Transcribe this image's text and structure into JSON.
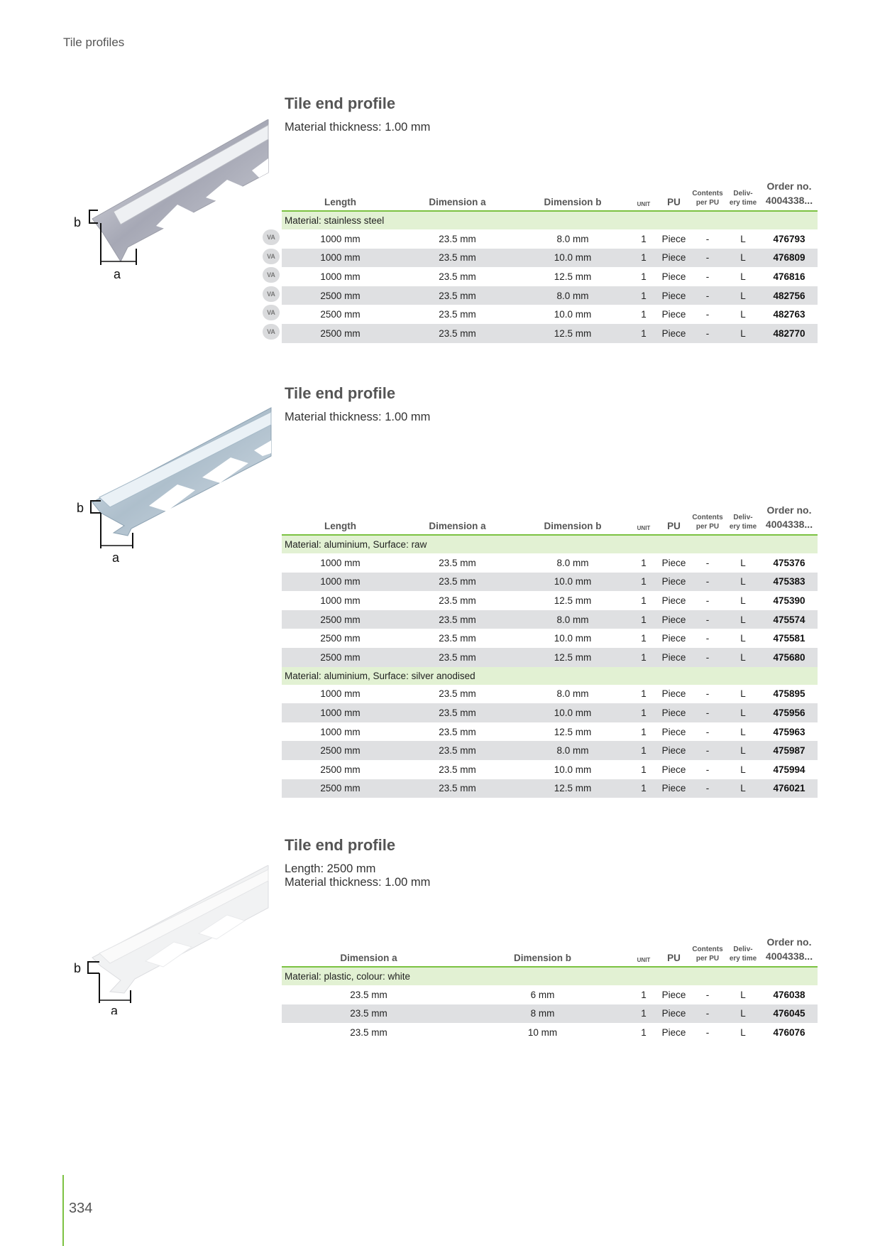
{
  "header": {
    "running_title": "Tile profiles"
  },
  "columns": {
    "length": "Length",
    "dim_a": "Dimension a",
    "dim_b": "Dimension b",
    "unit": "UNIT",
    "pu": "PU",
    "contents_1": "Contents",
    "contents_2": "per PU",
    "delivery_1": "Deliv-",
    "delivery_2": "ery time",
    "order_1": "Order no.",
    "order_2": "4004338..."
  },
  "figure_labels": {
    "a": "a",
    "b": "b"
  },
  "badge_text": "VA",
  "sections": [
    {
      "title": "Tile end profile",
      "subtitle": [
        "Material thickness: 1.00 mm"
      ],
      "groups": [
        {
          "label": "Material: stainless steel",
          "rows": [
            [
              "1000 mm",
              "23.5 mm",
              "8.0 mm",
              "1",
              "Piece",
              "-",
              "L",
              "476793"
            ],
            [
              "1000 mm",
              "23.5 mm",
              "10.0 mm",
              "1",
              "Piece",
              "-",
              "L",
              "476809"
            ],
            [
              "1000 mm",
              "23.5 mm",
              "12.5 mm",
              "1",
              "Piece",
              "-",
              "L",
              "476816"
            ],
            [
              "2500 mm",
              "23.5 mm",
              "8.0 mm",
              "1",
              "Piece",
              "-",
              "L",
              "482756"
            ],
            [
              "2500 mm",
              "23.5 mm",
              "10.0 mm",
              "1",
              "Piece",
              "-",
              "L",
              "482763"
            ],
            [
              "2500 mm",
              "23.5 mm",
              "12.5 mm",
              "1",
              "Piece",
              "-",
              "L",
              "482770"
            ]
          ]
        }
      ]
    },
    {
      "title": "Tile end profile",
      "subtitle": [
        "Material thickness: 1.00 mm"
      ],
      "groups": [
        {
          "label": "Material: aluminium, Surface: raw",
          "rows": [
            [
              "1000 mm",
              "23.5 mm",
              "8.0 mm",
              "1",
              "Piece",
              "-",
              "L",
              "475376"
            ],
            [
              "1000 mm",
              "23.5 mm",
              "10.0 mm",
              "1",
              "Piece",
              "-",
              "L",
              "475383"
            ],
            [
              "1000 mm",
              "23.5 mm",
              "12.5 mm",
              "1",
              "Piece",
              "-",
              "L",
              "475390"
            ],
            [
              "2500 mm",
              "23.5 mm",
              "8.0 mm",
              "1",
              "Piece",
              "-",
              "L",
              "475574"
            ],
            [
              "2500 mm",
              "23.5 mm",
              "10.0 mm",
              "1",
              "Piece",
              "-",
              "L",
              "475581"
            ],
            [
              "2500 mm",
              "23.5 mm",
              "12.5 mm",
              "1",
              "Piece",
              "-",
              "L",
              "475680"
            ]
          ]
        },
        {
          "label": "Material: aluminium, Surface: silver anodised",
          "rows": [
            [
              "1000 mm",
              "23.5 mm",
              "8.0 mm",
              "1",
              "Piece",
              "-",
              "L",
              "475895"
            ],
            [
              "1000 mm",
              "23.5 mm",
              "10.0 mm",
              "1",
              "Piece",
              "-",
              "L",
              "475956"
            ],
            [
              "1000 mm",
              "23.5 mm",
              "12.5 mm",
              "1",
              "Piece",
              "-",
              "L",
              "475963"
            ],
            [
              "2500 mm",
              "23.5 mm",
              "8.0 mm",
              "1",
              "Piece",
              "-",
              "L",
              "475987"
            ],
            [
              "2500 mm",
              "23.5 mm",
              "10.0 mm",
              "1",
              "Piece",
              "-",
              "L",
              "475994"
            ],
            [
              "2500 mm",
              "23.5 mm",
              "12.5 mm",
              "1",
              "Piece",
              "-",
              "L",
              "476021"
            ]
          ]
        }
      ]
    },
    {
      "title": "Tile end profile",
      "subtitle": [
        "Length: 2500 mm",
        "Material thickness: 1.00 mm"
      ],
      "groups": [
        {
          "label": "Material: plastic, colour: white",
          "rows": [
            [
              "23.5 mm",
              "6 mm",
              "1",
              "Piece",
              "-",
              "L",
              "476038"
            ],
            [
              "23.5 mm",
              "8 mm",
              "1",
              "Piece",
              "-",
              "L",
              "476045"
            ],
            [
              "23.5 mm",
              "10 mm",
              "1",
              "Piece",
              "-",
              "L",
              "476076"
            ]
          ]
        }
      ]
    }
  ],
  "footer": {
    "page_number": "334"
  },
  "colors": {
    "accent_green": "#7cc242",
    "group_bg": "#e2f1d3",
    "stripe_bg": "#dfe0e2"
  }
}
